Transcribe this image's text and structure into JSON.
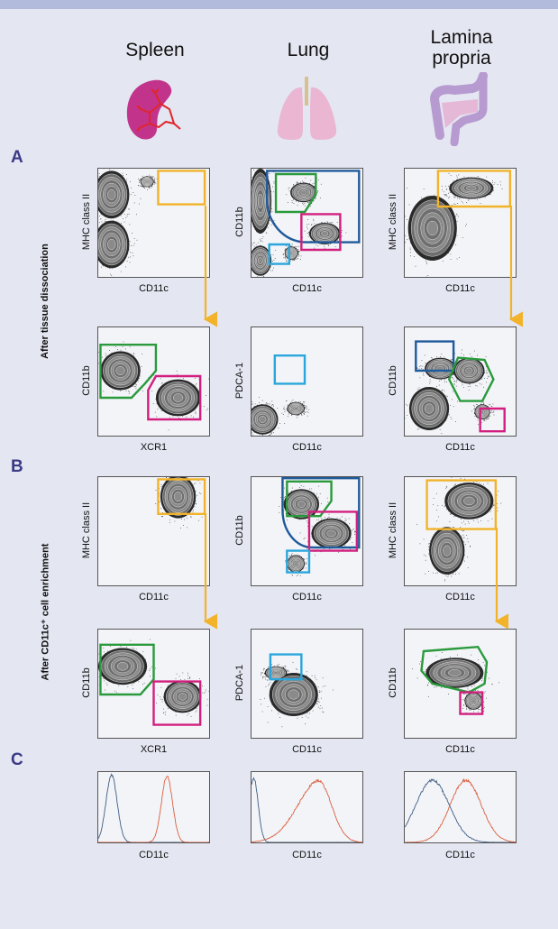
{
  "columns": [
    {
      "tissue": "Spleen"
    },
    {
      "tissue": "Lung"
    },
    {
      "tissue_line1": "Lamina",
      "tissue_line2": "propria"
    }
  ],
  "sections": {
    "A": "A",
    "B": "B",
    "C": "C"
  },
  "row_labels": {
    "dissociation": "After tissue dissociation",
    "enrichment": "After CD11c⁺ cell enrichment"
  },
  "panels": {
    "A": {
      "spleen_1": {
        "x": "CD11c",
        "y": "MHC class II"
      },
      "lung_1": {
        "x": "CD11c",
        "y": "CD11b"
      },
      "lp_1": {
        "x": "CD11c",
        "y": "MHC class II"
      },
      "spleen_2": {
        "x": "XCR1",
        "y": "CD11b"
      },
      "lung_2": {
        "x": "CD11c",
        "y": "PDCA-1"
      },
      "lp_2": {
        "x": "CD11c",
        "y": "CD11b"
      }
    },
    "B": {
      "spleen_1": {
        "x": "CD11c",
        "y": "MHC class II"
      },
      "lung_1": {
        "x": "CD11c",
        "y": "CD11b"
      },
      "lp_1": {
        "x": "CD11c",
        "y": "MHC class II"
      },
      "spleen_2": {
        "x": "XCR1",
        "y": "CD11b"
      },
      "lung_2": {
        "x": "CD11c",
        "y": "PDCA-1"
      },
      "lp_2": {
        "x": "CD11c",
        "y": "CD11b"
      }
    },
    "C": {
      "spleen": {
        "x": "CD11c"
      },
      "lung": {
        "x": "CD11c"
      },
      "lp": {
        "x": "CD11c"
      }
    }
  },
  "colors": {
    "background": "#e4e6f1",
    "header_bar": "#b3bbdc",
    "letters": "#3b3a86",
    "gate_yellow": "#f2b32a",
    "gate_green": "#2a9a3c",
    "gate_magenta": "#d21f7e",
    "gate_navy": "#1f5a9a",
    "gate_cyan": "#2aa6dc",
    "hist_before": "#3d5d82",
    "hist_after": "#d9603e"
  }
}
